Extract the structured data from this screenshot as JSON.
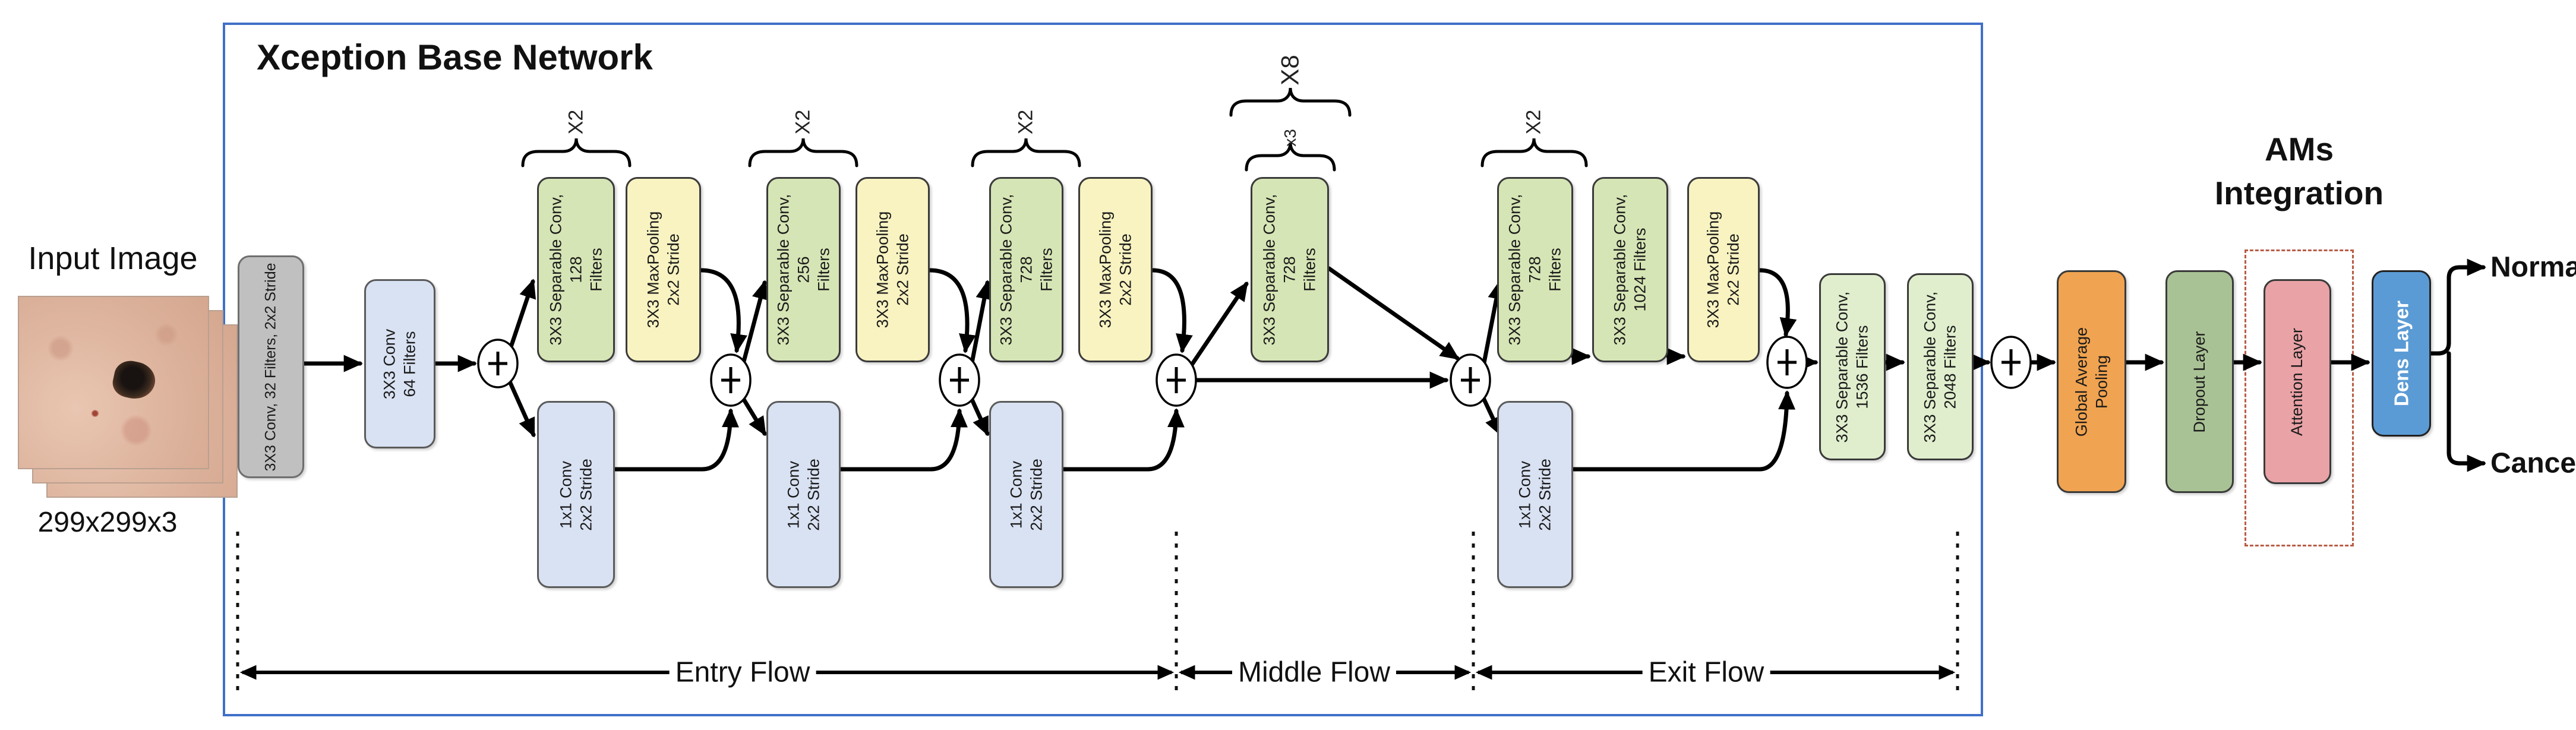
{
  "header": {
    "title": "Xception Base Network"
  },
  "input": {
    "label": "Input Image",
    "dims": "299x299x3"
  },
  "blocks": {
    "conv32": "3X3 Conv, 32 Filters, 2x2 Stride",
    "conv64": "3X3 Conv\n64 Filters",
    "sep128": "3X3 Separable Conv, 128\nFilters",
    "maxpool1": "3X3 MaxPooling\n2x2 Stride",
    "res1": "1x1 Conv\n2x2 Stride",
    "sep256": "3X3 Separable Conv, 256\nFilters",
    "maxpool2": "3X3 MaxPooling\n2x2 Stride",
    "res2": "1x1 Conv\n2x2 Stride",
    "sep728a": "3X3 Separable Conv, 728\nFilters",
    "maxpool3": "3X3 MaxPooling\n2x2 Stride",
    "res3": "1x1 Conv\n2x2 Stride",
    "sep728mid": "3X3 Separable Conv, 728\nFilters",
    "sep728exit": "3X3 Separable Conv, 728\nFilters",
    "sep1024": "3X3 Separable Conv,\n1024 Filters",
    "maxpool4": "3X3 MaxPooling\n2x2 Stride",
    "res4": "1x1 Conv\n2x2 Stride",
    "sep1536": "3X3 Separable Conv,\n1536 Filters",
    "sep2048": "3X3 Separable Conv,\n2048 Filters",
    "gap": "Global Average\nPooling",
    "dropout": "Dropout Layer",
    "attention": "Attention Layer",
    "dense": "Dens Layer"
  },
  "repeats": {
    "x2": "X2",
    "x8": "X8",
    "x3": "x3"
  },
  "flows": {
    "entry": "Entry Flow",
    "middle": "Middle Flow",
    "exit": "Exit Flow"
  },
  "ams": {
    "title": "AMs\nIntegration"
  },
  "outputs": {
    "normal": "Normal",
    "cancer": "Cancer"
  },
  "colors": {
    "separable_green": "#d6e5b5",
    "separable_green_light": "#e0eecd",
    "maxpool_yellow": "#f8f3c1",
    "conv_blue": "#d9e2f3",
    "stem_gray": "#c0c0c0",
    "gap_orange": "#f0a350",
    "dropout_green": "#a9c295",
    "attention_pink": "#e9a2a6",
    "dense_blue": "#5b9bd5",
    "frame_blue": "#4070c8",
    "ams_dashed_red": "#b85c45"
  }
}
